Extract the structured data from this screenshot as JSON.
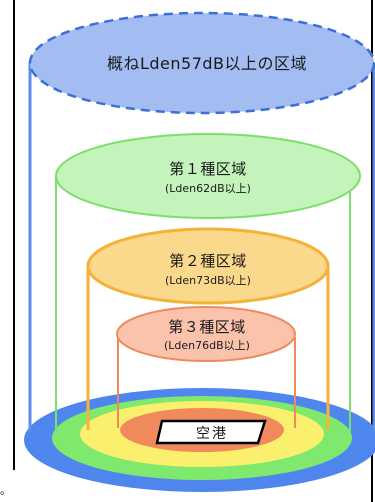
{
  "zones": {
    "outer": {
      "label": "概ねLden57dB以上の区域",
      "color": "#5b8fe6"
    },
    "class1": {
      "label": "第１種区域",
      "sub": "(Lden62dB以上)",
      "color": "#7be06a"
    },
    "class2": {
      "label": "第２種区域",
      "sub": "(Lden73dB以上)",
      "color": "#f5c847"
    },
    "class3": {
      "label": "第３種区域",
      "sub": "(Lden76dB以上)",
      "color": "#f08a5d"
    }
  },
  "airport": {
    "label": "空港"
  },
  "footnote": "。"
}
